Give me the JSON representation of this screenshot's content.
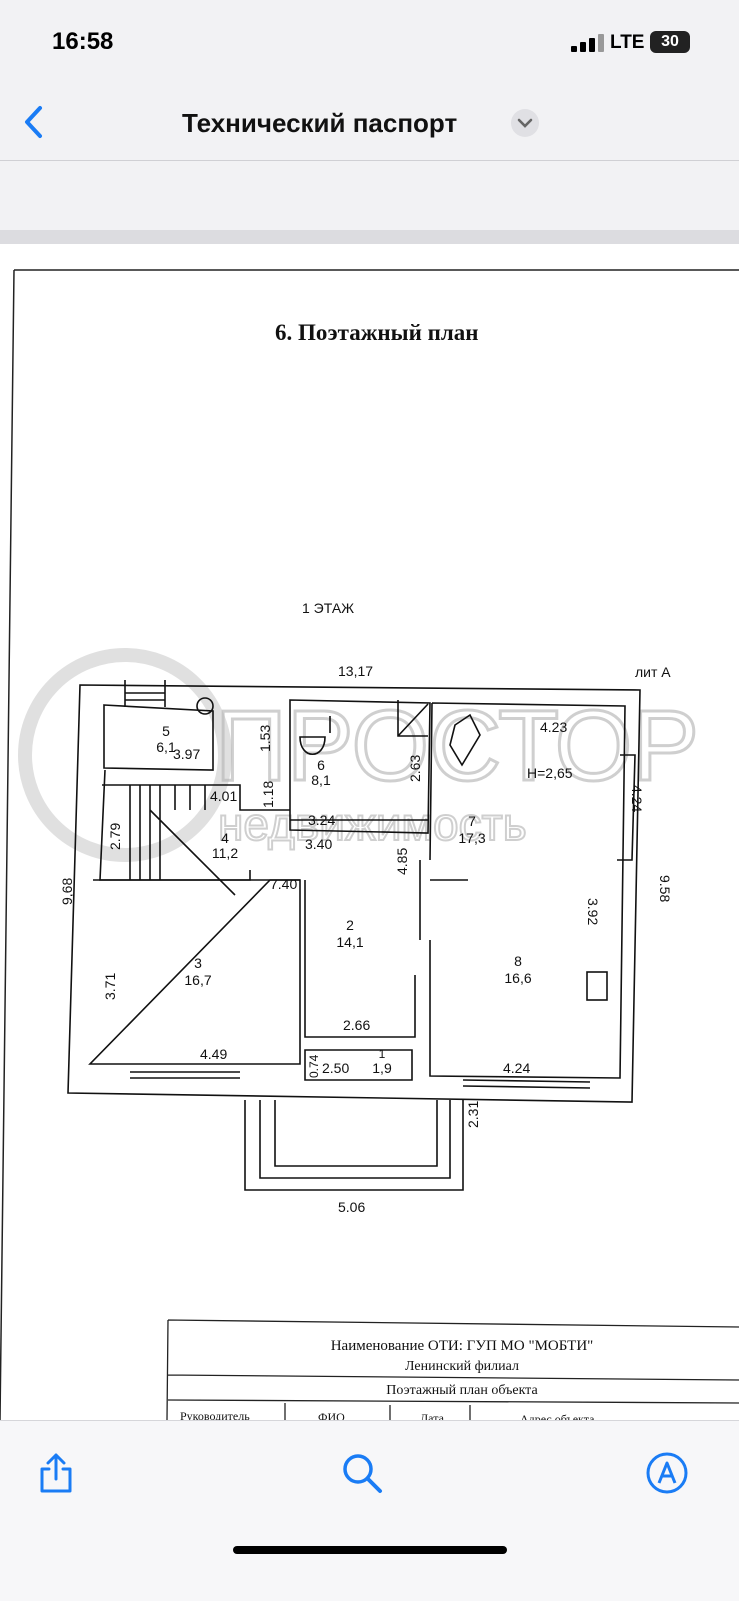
{
  "status_bar": {
    "time": "16:58",
    "network": "LTE",
    "battery": "30"
  },
  "nav": {
    "title": "Технический паспорт"
  },
  "document": {
    "heading": "6. Поэтажный план",
    "floor_label": "1   ЭТАЖ",
    "lit_label": "лит А",
    "watermark": {
      "main": "ПРОСТОР",
      "sub": "недвижимость"
    },
    "dimensions": {
      "top": "13,17",
      "d397": "3.97",
      "d153": "1.53",
      "d263": "2.63",
      "d401": "4.01",
      "d118": "1.18",
      "d324": "3.24",
      "d340": "3.40",
      "d279": "2.79",
      "d968": "9,68",
      "d740": "7.40",
      "d423": "4.23",
      "height": "H=2,65",
      "d424a": "4.24",
      "d958": "9.58",
      "d485": "4.85",
      "d371": "3.71",
      "d449": "4.49",
      "d392": "3.92",
      "d266": "2.66",
      "d074": "0.74",
      "d250": "2.50",
      "d424b": "4.24",
      "d231": "2.31",
      "d506": "5.06"
    },
    "rooms": [
      {
        "num": "1",
        "area": "1,9"
      },
      {
        "num": "2",
        "area": "14,1"
      },
      {
        "num": "3",
        "area": "16,7"
      },
      {
        "num": "4",
        "area": "11,2"
      },
      {
        "num": "5",
        "area": "6,1"
      },
      {
        "num": "6",
        "area": "8,1"
      },
      {
        "num": "7",
        "area": "17,3"
      },
      {
        "num": "8",
        "area": "16,6"
      }
    ],
    "stamp": {
      "line1": "Наименование ОТИ: ГУП МО \"МОБТИ\"",
      "line2": "Ленинский филиал",
      "line3": "Поэтажный план объекта",
      "columns": [
        "Руководитель",
        "ФИО",
        "Дата",
        "Адрес объекта"
      ]
    }
  },
  "toolbar": {
    "share": "share-icon",
    "search": "search-icon",
    "markup": "markup-icon"
  },
  "colors": {
    "accent": "#1a7cf5"
  }
}
